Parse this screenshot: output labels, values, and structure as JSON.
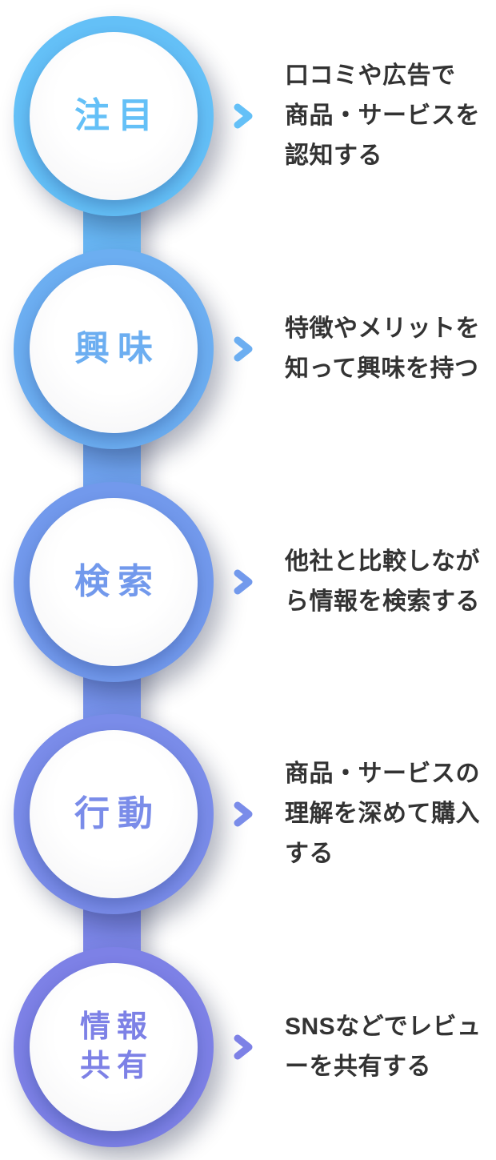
{
  "diagram": {
    "model_steps_order": [
      "attention",
      "interest",
      "search",
      "action",
      "share"
    ],
    "text_color": "#333333",
    "steps": [
      {
        "label": "注目",
        "color": "#64C0F7",
        "description": "口コミや広告で\n商品・サービスを\n認知する"
      },
      {
        "label": "興味",
        "color": "#6CAEF1",
        "description": "特徴やメリットを\n知って興味を持つ"
      },
      {
        "label": "検索",
        "color": "#7299EC",
        "description": "他社と比較しなが\nら情報を検索する"
      },
      {
        "label": "行動",
        "color": "#7A8CE9",
        "description": "商品・サービスの\n理解を深めて購入\nする"
      },
      {
        "label": "情報\n共有",
        "color": "#7D81E6",
        "description": "SNSなどでレビュ\nーを共有する"
      }
    ]
  }
}
